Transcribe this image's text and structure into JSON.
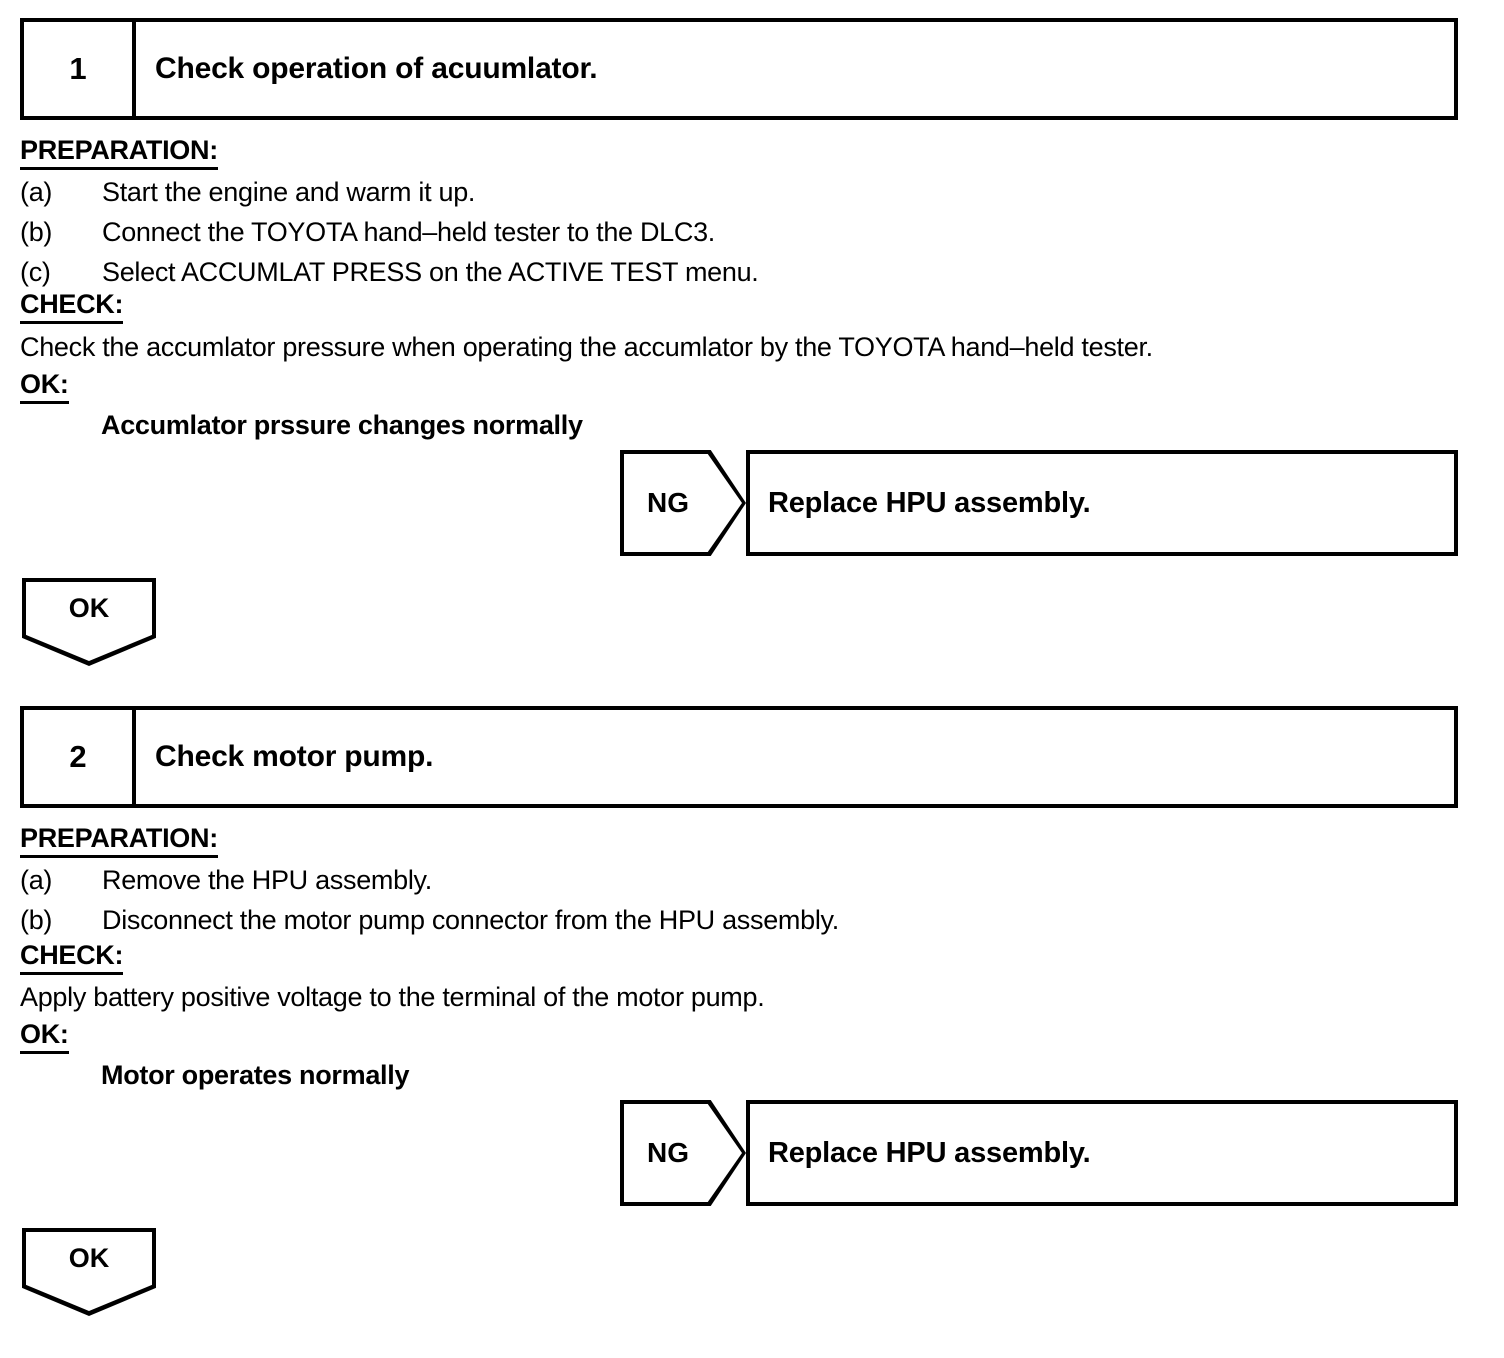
{
  "steps": [
    {
      "number": "1",
      "title": "Check operation of acuumlator.",
      "preparation_heading": "PREPARATION:",
      "preparation_items": [
        {
          "label": "(a)",
          "text": "Start the engine and warm it up."
        },
        {
          "label": "(b)",
          "text": "Connect the TOYOTA hand–held tester to the DLC3."
        },
        {
          "label": "(c)",
          "text": "Select ACCUMLAT PRESS on the ACTIVE TEST menu."
        }
      ],
      "check_heading": "CHECK:",
      "check_text": "Check the accumlator pressure when operating the accumlator by the TOYOTA hand–held tester.",
      "ok_heading": "OK:",
      "ok_criteria": "Accumlator prssure changes normally",
      "ng_label": "NG",
      "ng_result": "Replace HPU assembly.",
      "ok_label": "OK"
    },
    {
      "number": "2",
      "title": "Check motor pump.",
      "preparation_heading": "PREPARATION:",
      "preparation_items": [
        {
          "label": "(a)",
          "text": "Remove the HPU assembly."
        },
        {
          "label": "(b)",
          "text": "Disconnect the motor pump connector from the HPU assembly."
        }
      ],
      "check_heading": "CHECK:",
      "check_text": "Apply battery positive voltage to the terminal of the motor pump.",
      "ok_heading": "OK:",
      "ok_criteria": "Motor operates normally",
      "ng_label": "NG",
      "ng_result": "Replace HPU assembly.",
      "ok_label": "OK"
    }
  ],
  "colors": {
    "ink": "#000000",
    "page": "#ffffff"
  }
}
